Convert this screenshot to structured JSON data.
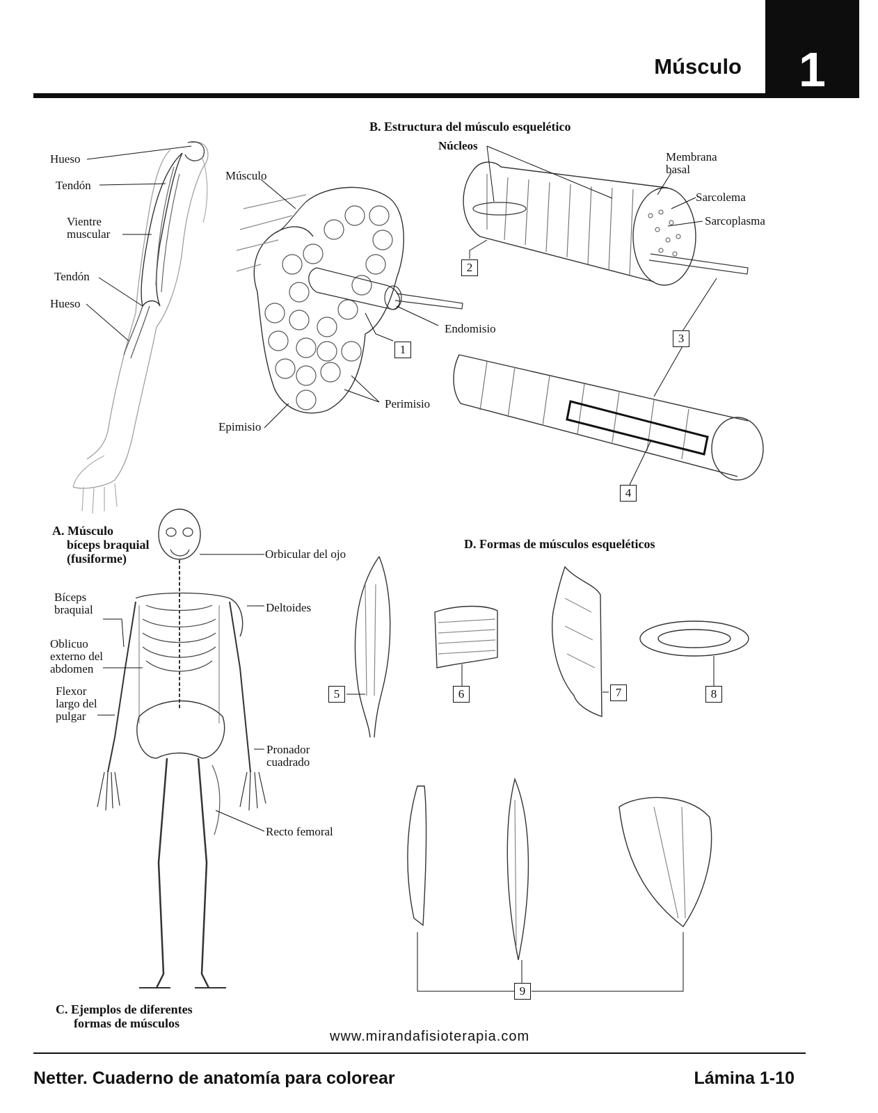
{
  "header": {
    "title": "Músculo",
    "chapter": "1"
  },
  "sections": {
    "A": "A. Músculo",
    "A2": "bíceps braquial",
    "A3": "(fusiforme)",
    "B": "B. Estructura del músculo esquelético",
    "C": "C. Ejemplos de diferentes",
    "C2": "formas de músculos",
    "D": "D. Formas de músculos esqueléticos"
  },
  "arm_labels": {
    "hueso1": "Hueso",
    "tendon1": "Tendón",
    "vientre1": "Vientre",
    "vientre2": "muscular",
    "tendon2": "Tendón",
    "hueso2": "Hueso"
  },
  "structure_labels": {
    "musculo": "Músculo",
    "nucleos": "Núcleos",
    "membrana1": "Membrana",
    "membrana2": "basal",
    "sarcolema": "Sarcolema",
    "sarcoplasma": "Sarcoplasma",
    "endomisio": "Endomisio",
    "perimisio": "Perimisio",
    "epimisio": "Epimisio"
  },
  "skeleton_labels": {
    "orbicular": "Orbicular del ojo",
    "biceps1": "Bíceps",
    "biceps2": "braquial",
    "deltoides": "Deltoides",
    "oblicuo1": "Oblicuo",
    "oblicuo2": "externo del",
    "oblicuo3": "abdomen",
    "flexor1": "Flexor",
    "flexor2": "largo del",
    "flexor3": "pulgar",
    "pronador1": "Pronador",
    "pronador2": "cuadrado",
    "recto": "Recto femoral"
  },
  "numbers": [
    "1",
    "2",
    "3",
    "4",
    "5",
    "6",
    "7",
    "8",
    "9"
  ],
  "website": "www.mirandafisioterapia.com",
  "footer": {
    "left": "Netter. Cuaderno de anatomía para colorear",
    "right": "Lámina 1-10"
  }
}
